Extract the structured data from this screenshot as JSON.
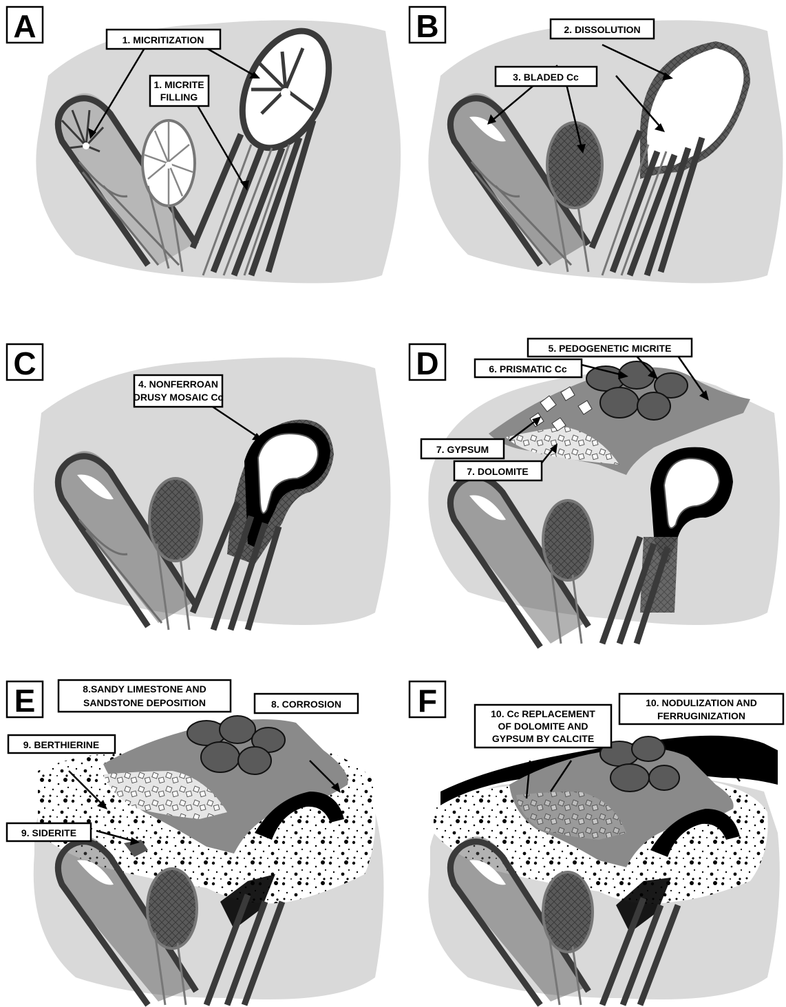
{
  "colors": {
    "matrix": "#d9d9d9",
    "shell": "#3a3a3a",
    "micrite": "#777777",
    "cement_dark": "#3f3f3f",
    "black": "#000000",
    "white": "#ffffff"
  },
  "panels": [
    {
      "letter": "A",
      "labels": [
        {
          "lines": [
            "1. MICRITIZATION"
          ]
        },
        {
          "lines": [
            "1. MICRITE",
            "FILLING"
          ]
        }
      ]
    },
    {
      "letter": "B",
      "labels": [
        {
          "lines": [
            "2. DISSOLUTION"
          ]
        },
        {
          "lines": [
            "3. BLADED Cc"
          ]
        }
      ]
    },
    {
      "letter": "C",
      "labels": [
        {
          "lines": [
            "4. NONFERROAN",
            "DRUSY MOSAIC Cc"
          ]
        }
      ]
    },
    {
      "letter": "D",
      "labels": [
        {
          "lines": [
            "5. PEDOGENETIC MICRITE"
          ]
        },
        {
          "lines": [
            "6. PRISMATIC Cc"
          ]
        },
        {
          "lines": [
            "7. GYPSUM"
          ]
        },
        {
          "lines": [
            "7. DOLOMITE"
          ]
        }
      ]
    },
    {
      "letter": "E",
      "labels": [
        {
          "lines": [
            "8.SANDY LIMESTONE  AND",
            "SANDSTONE DEPOSITION"
          ]
        },
        {
          "lines": [
            "8. CORROSION"
          ]
        },
        {
          "lines": [
            "9. BERTHIERINE"
          ]
        },
        {
          "lines": [
            "9. SIDERITE"
          ]
        }
      ]
    },
    {
      "letter": "F",
      "labels": [
        {
          "lines": [
            "10. Cc REPLACEMENT",
            "OF DOLOMITE AND",
            "GYPSUM BY CALCITE"
          ]
        },
        {
          "lines": [
            "10. NODULIZATION AND",
            "FERRUGINIZATION"
          ]
        }
      ]
    }
  ]
}
